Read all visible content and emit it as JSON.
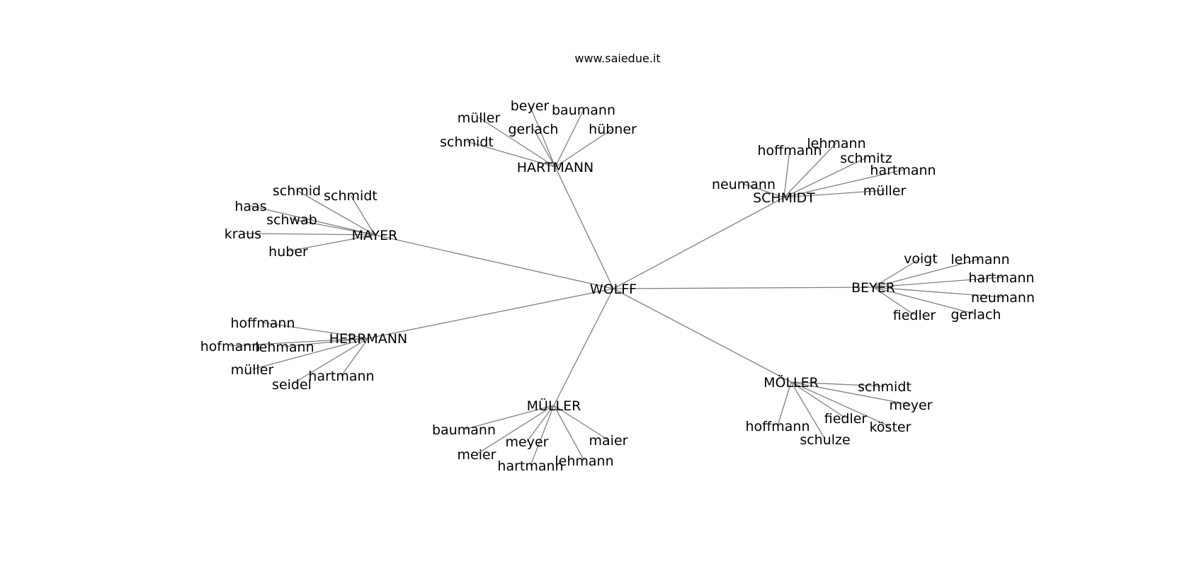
{
  "source": "www.saiedue.it",
  "root": {
    "label": "WOLFF"
  },
  "clusters": [
    {
      "hub": "HARTMANN",
      "leaves": [
        "schmidt",
        "müller",
        "beyer",
        "gerlach",
        "baumann",
        "hübner"
      ]
    },
    {
      "hub": "SCHMIDT",
      "leaves": [
        "neumann",
        "hoffmann",
        "lehmann",
        "schmitz",
        "hartmann",
        "müller"
      ]
    },
    {
      "hub": "MAYER",
      "leaves": [
        "schmid",
        "schmidt",
        "haas",
        "schwab",
        "kraus",
        "huber"
      ]
    },
    {
      "hub": "BEYER",
      "leaves": [
        "voigt",
        "lehmann",
        "hartmann",
        "neumann",
        "gerlach",
        "fiedler"
      ]
    },
    {
      "hub": "HERRMANN",
      "leaves": [
        "hoffmann",
        "hofmann",
        "lehmann",
        "müller",
        "seidel",
        "hartmann"
      ]
    },
    {
      "hub": "MÖLLER",
      "leaves": [
        "schmidt",
        "meyer",
        "fiedler",
        "köster",
        "schulze",
        "hoffmann"
      ]
    },
    {
      "hub": "MÜLLER",
      "leaves": [
        "baumann",
        "meier",
        "meyer",
        "hartmann",
        "lehmann",
        "maier"
      ]
    }
  ]
}
